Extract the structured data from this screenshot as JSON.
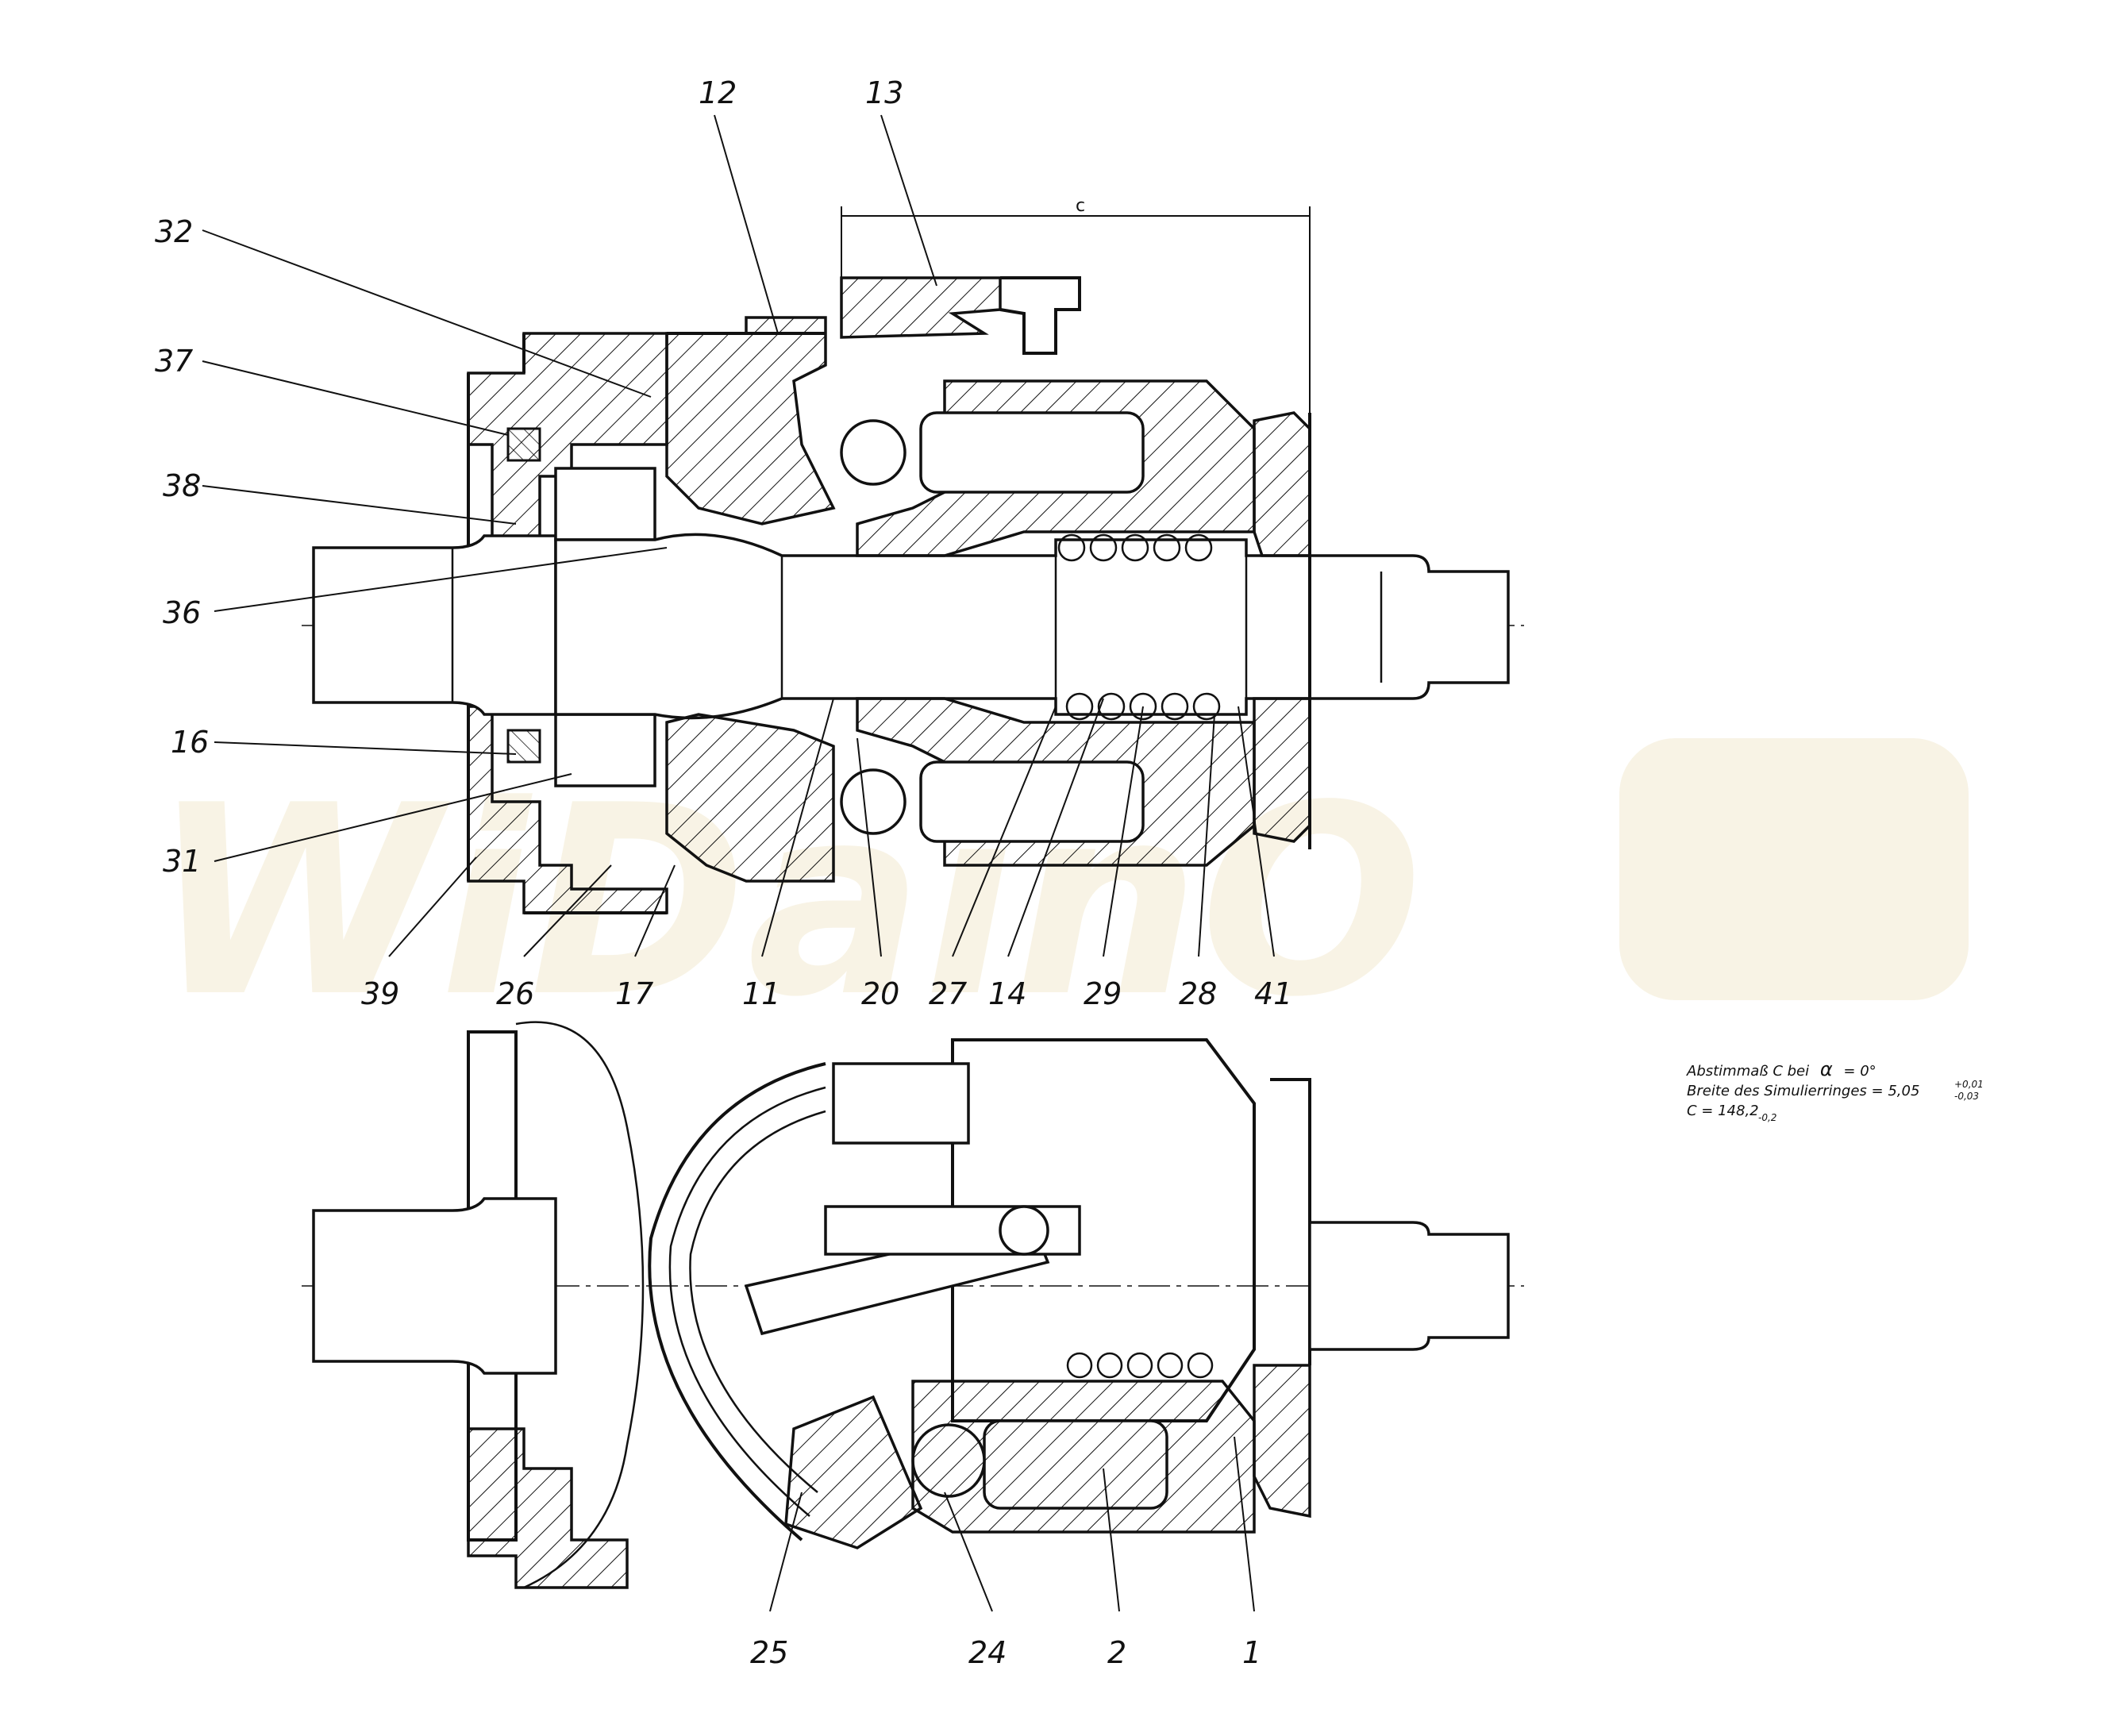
{
  "labels": {
    "p12": "12",
    "p13": "13",
    "p32": "32",
    "p37": "37",
    "p38": "38",
    "p36": "36",
    "p16": "16",
    "p31": "31",
    "p39": "39",
    "p26": "26",
    "p17": "17",
    "p11": "11",
    "p20": "20",
    "p27": "27",
    "p14": "14",
    "p29": "29",
    "p28": "28",
    "p41": "41",
    "p25": "25",
    "p24": "24",
    "p2": "2",
    "p1": "1"
  },
  "dimension": {
    "letter": "c"
  },
  "notes": {
    "line1_prefix": "Abstimmaß C bei",
    "line1_symbol": "α",
    "line1_suffix": "= 0°",
    "line2_prefix": "Breite des Simulierringes = 5,05",
    "line2_sup": "+0,01",
    "line2_sub": "-0,03",
    "line3_prefix": "C = 148,2",
    "line3_sub": "-0,2"
  },
  "watermark": {
    "text": "WiDainO"
  },
  "colors": {
    "line": "#111111",
    "watermark": "#f3ead0",
    "background": "#ffffff"
  }
}
